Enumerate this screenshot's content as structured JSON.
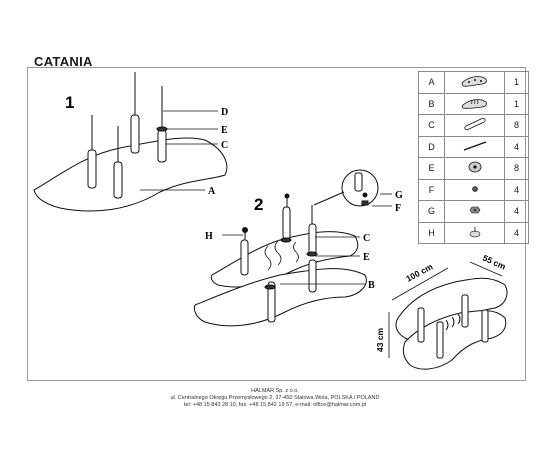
{
  "title": "CATANIA",
  "steps": [
    "1",
    "2"
  ],
  "callouts": {
    "step1": [
      "D",
      "E",
      "C",
      "A"
    ],
    "step2": [
      "H",
      "C",
      "E",
      "B"
    ],
    "zoom": [
      "G",
      "F"
    ]
  },
  "parts": [
    {
      "letter": "A",
      "icon": "glass-top-icon",
      "qty": "1"
    },
    {
      "letter": "B",
      "icon": "glass-shelf-icon",
      "qty": "1"
    },
    {
      "letter": "C",
      "icon": "leg-tube-icon",
      "qty": "8"
    },
    {
      "letter": "D",
      "icon": "rod-icon",
      "qty": "4"
    },
    {
      "letter": "E",
      "icon": "washer-icon",
      "qty": "8"
    },
    {
      "letter": "F",
      "icon": "cap-icon",
      "qty": "4"
    },
    {
      "letter": "G",
      "icon": "nut-icon",
      "qty": "4"
    },
    {
      "letter": "H",
      "icon": "foot-icon",
      "qty": "4"
    }
  ],
  "dimensions": {
    "length": "100 cm",
    "width": "55 cm",
    "height": "43 cm"
  },
  "footer": {
    "line1": "HALMAR Sp. z o.o.",
    "line2": "ul. Centralnego Okręgu Przemysłowego 2, 37-450 Stalowa Wola, POLSKA / POLAND",
    "line3": "tel: +48 15 843 28 10, fax: +48 15 842 19 57, e-mail: office@halmar.com.pl"
  }
}
